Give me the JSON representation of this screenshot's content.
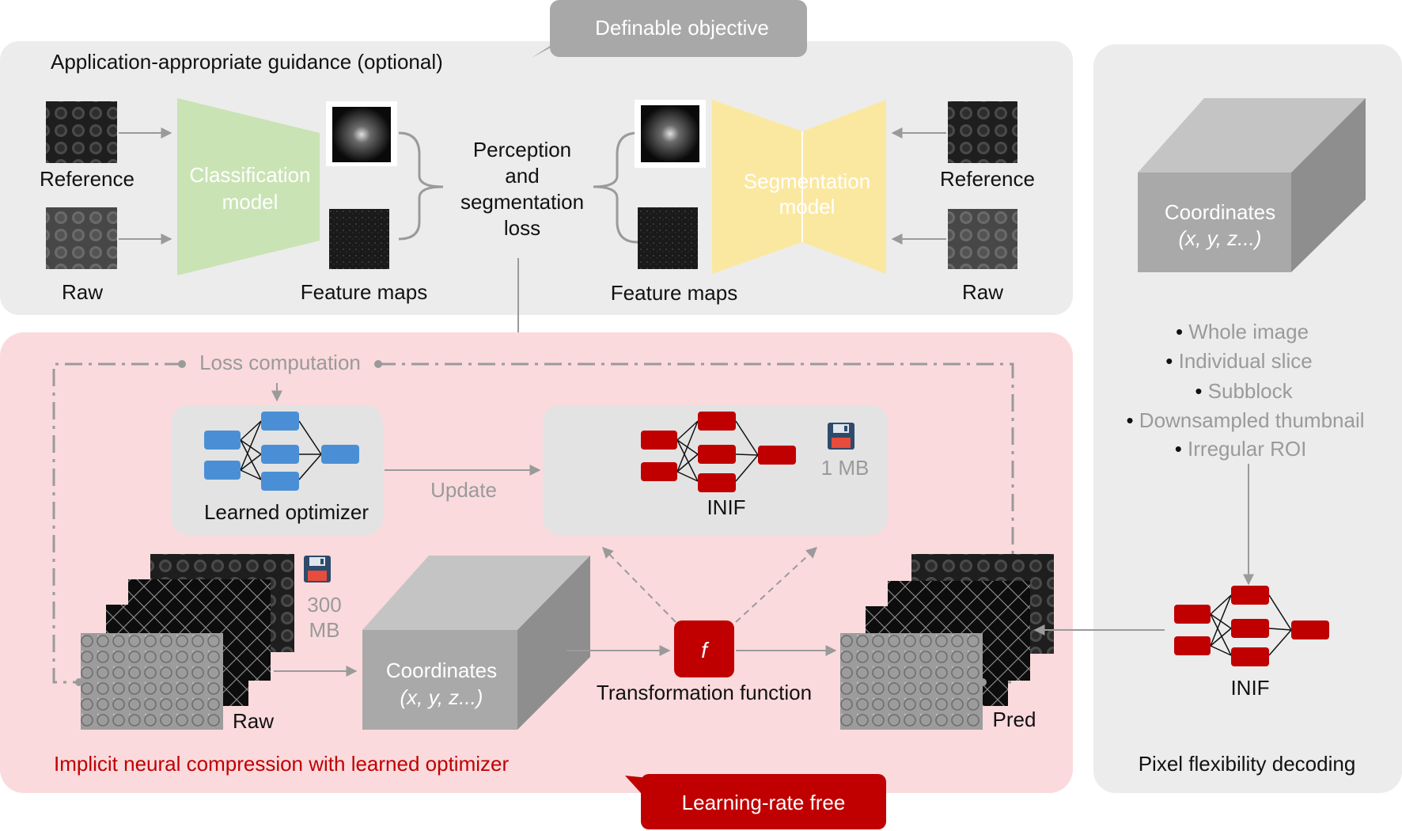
{
  "top_panel": {
    "title": "Application-appropriate guidance (optional)",
    "callout": "Definable objective",
    "left": {
      "reference_label": "Reference",
      "raw_label": "Raw",
      "model_label_line1": "Classification",
      "model_label_line2": "model",
      "feature_maps_label": "Feature maps"
    },
    "center_loss": [
      "Perception",
      "and",
      "segmentation",
      "loss"
    ],
    "right": {
      "model_label_line1": "Segmentation",
      "model_label_line2": "model",
      "feature_maps_label": "Feature maps",
      "reference_label": "Reference",
      "raw_label": "Raw"
    }
  },
  "main_panel": {
    "loss_label": "Loss computation",
    "optimizer_label": "Learned optimizer",
    "update_label": "Update",
    "inif_label": "INIF",
    "inif_size": "1 MB",
    "raw_size_line1": "300",
    "raw_size_line2": "MB",
    "raw_label": "Raw",
    "coordinates_line1": "Coordinates",
    "coordinates_line2": "(x, y, z...)",
    "function_symbol": "f",
    "function_label": "Transformation function",
    "pred_label": "Pred",
    "title": "Implicit neural compression with learned optimizer",
    "callout": "Learning-rate free"
  },
  "right_panel": {
    "coordinates_line1": "Coordinates",
    "coordinates_line2": "(x, y, z...)",
    "options": [
      "Whole image",
      "Individual slice",
      "Subblock",
      "Downsampled thumbnail",
      "Irregular ROI"
    ],
    "inif_label": "INIF",
    "title": "Pixel flexibility decoding"
  },
  "colors": {
    "panel_gray": "#ececec",
    "panel_pink": "#fadadd",
    "accent_red": "#c00000",
    "net_blue": "#4a8fd6",
    "classification_green": "#c9e3b4",
    "segmentation_yellow": "#fbe8a0",
    "cube_front": "#a9a9a9",
    "cube_top": "#c4c4c4",
    "cube_side": "#8e8e8e"
  },
  "icons": [
    "floppy-disk-icon"
  ]
}
